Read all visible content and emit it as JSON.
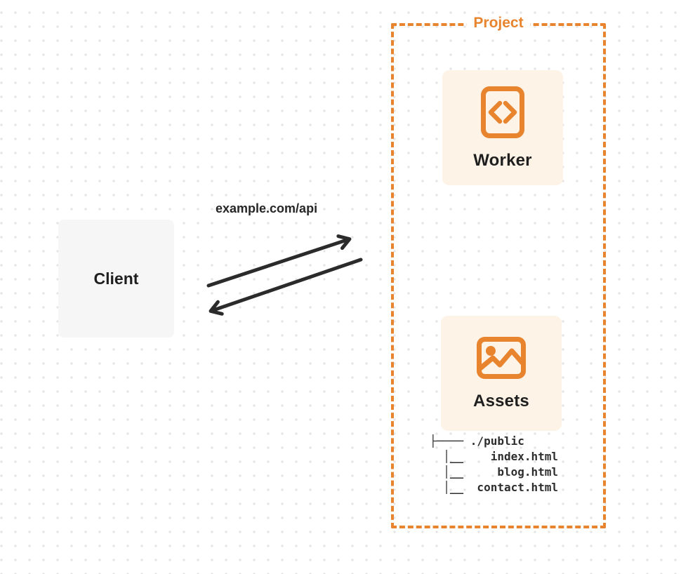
{
  "client": {
    "label": "Client"
  },
  "request": {
    "label": "example.com/api"
  },
  "project": {
    "label": "Project",
    "worker": {
      "label": "Worker",
      "icon": "code-file-icon"
    },
    "assets": {
      "label": "Assets",
      "icon": "image-icon"
    },
    "file_tree": {
      "lines": [
        "├──── ./public",
        "  │__    index.html",
        "  │__     blog.html",
        "  │__  contact.html"
      ]
    }
  },
  "colors": {
    "accent_orange": "#e8832e",
    "card_background": "#fdf3e6",
    "client_background": "#f6f6f6",
    "ink": "#262626",
    "dot_grid": "#e4e4e4"
  }
}
